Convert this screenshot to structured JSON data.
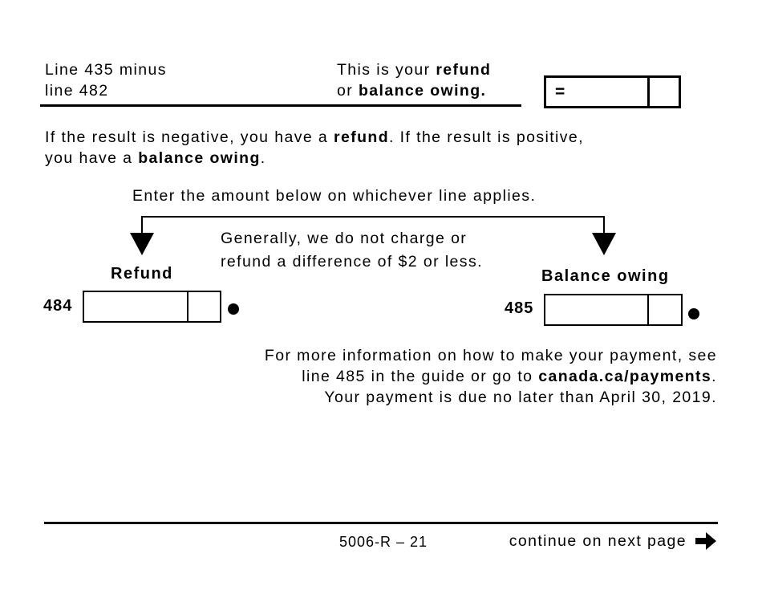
{
  "colors": {
    "ink": "#000000",
    "paper": "#ffffff"
  },
  "header": {
    "left_label": {
      "line1": "Line 435 minus",
      "line2": "line 482"
    },
    "result_label": {
      "line1": {
        "pre": "This is your ",
        "bold": "refund"
      },
      "line2": {
        "pre": "or ",
        "bold": "balance owing."
      }
    },
    "equals_box": {
      "operator": "="
    }
  },
  "intro": {
    "line1": {
      "pre": "If the result is negative, you have a ",
      "bold": "refund",
      "post": ". If the result is positive,"
    },
    "line2": {
      "pre": "you have a ",
      "bold": "balance owing",
      "post": "."
    }
  },
  "instruction": "Enter the amount below on whichever line applies.",
  "note": {
    "line1": "Generally, we do not charge or",
    "line2": "refund a difference of $2 or less."
  },
  "refund_field": {
    "label": "Refund",
    "line_number": "484"
  },
  "balance_field": {
    "label": "Balance owing",
    "line_number": "485"
  },
  "payment_note": {
    "line1": "For more information on how to make your payment, see",
    "line2": {
      "pre": "line 485 in the guide or go to ",
      "bold": "canada.ca/payments",
      "post": "."
    },
    "line3": "Your payment is due no later than April 30, 2019."
  },
  "footer": {
    "form_code": "5006-R – 21",
    "continue_label": "continue on next page"
  }
}
